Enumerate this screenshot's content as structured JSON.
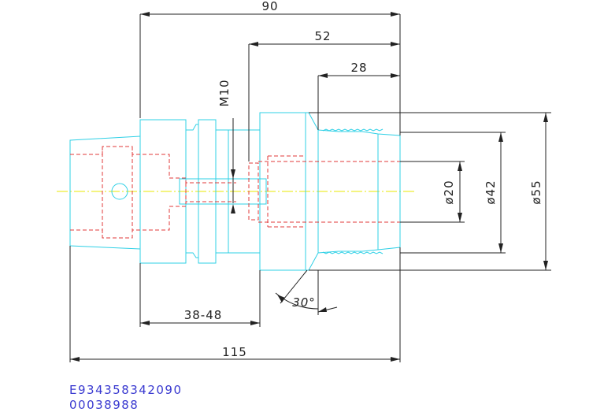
{
  "dimensions": {
    "overall_90": "90",
    "length_52": "52",
    "length_28": "28",
    "thread": "M10",
    "dia_20": "ø20",
    "dia_42": "ø42",
    "dia_55": "ø55",
    "range": "38-48",
    "total_115": "115",
    "angle": "30°"
  },
  "codes": {
    "part_number": "E934358342090",
    "serial": "00038988"
  },
  "colors": {
    "outline": "#2fd0e6",
    "hidden": "#e03a3a",
    "centerline": "#e8e800",
    "dimension": "#222222",
    "code_text": "#3a3ad0"
  }
}
